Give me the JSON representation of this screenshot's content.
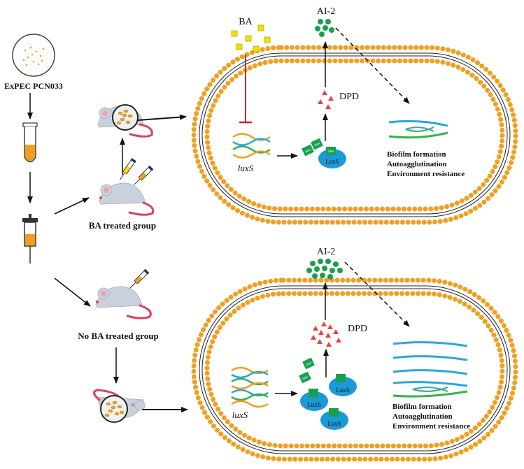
{
  "labels": {
    "strain": "ExPEC PCN033",
    "ba_group": "BA treated group",
    "no_ba_group": "No BA treated group",
    "ba": "BA",
    "ai2": "AI-2",
    "dpd": "DPD",
    "gene": "luxS",
    "enzyme": "LuxS",
    "sah": "SAH",
    "phenotypes": [
      "Biofilm formation",
      "Autoagglutination",
      "Environment resistance"
    ]
  },
  "colors": {
    "membrane_dot": "#f0a020",
    "ba_square": "#f2e200",
    "ai2_dot": "#1aa04a",
    "dpd_triangle": "#e8423e",
    "luxs_protein": "#1a9ad6",
    "sah_box": "#18a050",
    "dna_blue": "#29a8d8",
    "dna_green": "#38b050",
    "dna_orange": "#f0a020",
    "mouse_body": "#c9d2dc",
    "mouse_tail": "#e0405a",
    "inhibit_red": "#d6242a"
  },
  "icons": [
    "petri-dish-icon",
    "test-tube-icon",
    "syringe-icon",
    "mouse-icon",
    "magnifier-icon",
    "dna-strand-icon"
  ]
}
